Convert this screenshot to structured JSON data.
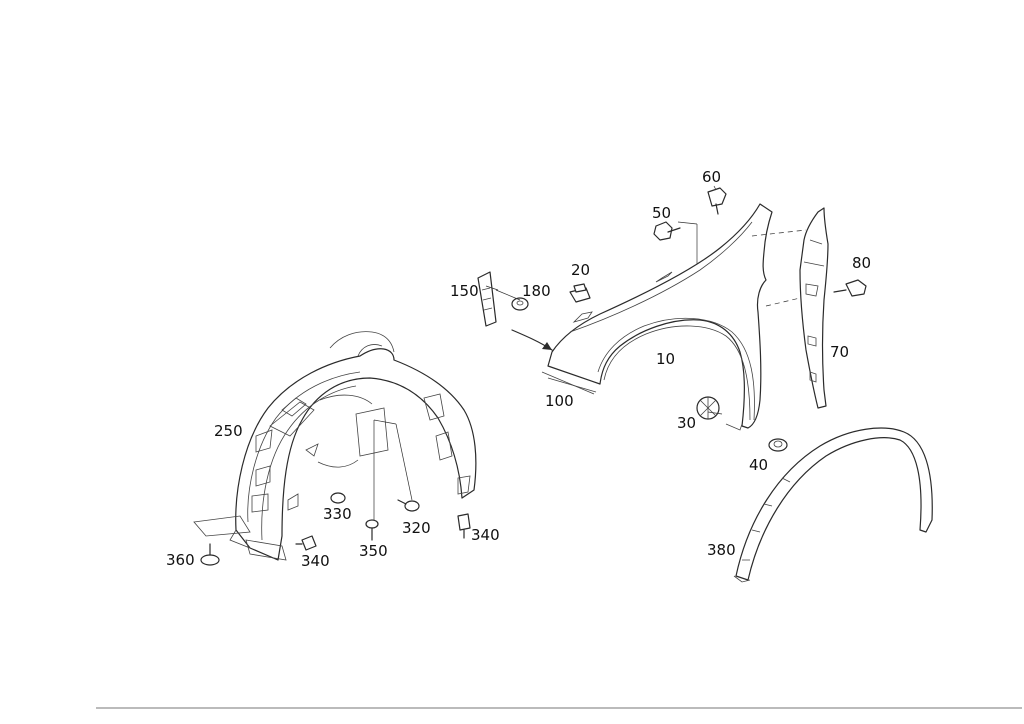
{
  "labels": {
    "p10": "10",
    "p20": "20",
    "p30": "30",
    "p40": "40",
    "p50": "50",
    "p60": "60",
    "p70": "70",
    "p80": "80",
    "p100": "100",
    "p150": "150",
    "p180": "180",
    "p250": "250",
    "p320": "320",
    "p330": "330",
    "p340a": "340",
    "p340b": "340",
    "p350": "350",
    "p360": "360",
    "p380": "380"
  }
}
